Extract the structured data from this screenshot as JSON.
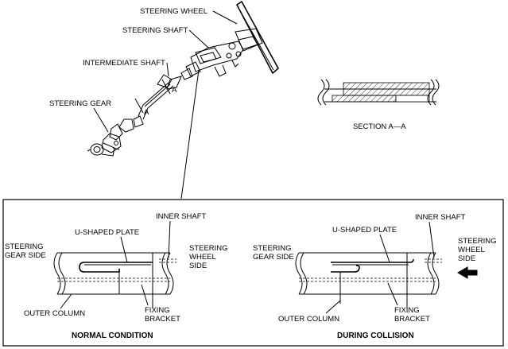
{
  "top_labels": {
    "steering_wheel": "STEERING WHEEL",
    "steering_shaft": "STEERING SHAFT",
    "intermediate_shaft": "INTERMEDIATE SHAFT",
    "steering_gear": "STEERING GEAR",
    "section_mark_a1": "A",
    "section_mark_a2": "A",
    "section_caption": "SECTION A—A"
  },
  "normal_panel": {
    "inner_shaft": "INNER SHAFT",
    "u_shaped_plate": "U-SHAPED PLATE",
    "steering_gear_side_1": "STEERING",
    "steering_gear_side_2": "GEAR SIDE",
    "steering_wheel_side_1": "STEERING",
    "steering_wheel_side_2": "WHEEL",
    "steering_wheel_side_3": "SIDE",
    "outer_column": "OUTER COLUMN",
    "fixing_bracket_1": "FIXING",
    "fixing_bracket_2": "BRACKET",
    "caption": "NORMAL CONDITION"
  },
  "collision_panel": {
    "inner_shaft": "INNER SHAFT",
    "u_shaped_plate": "U-SHAPED PLATE",
    "steering_gear_side_1": "STEERING",
    "steering_gear_side_2": "GEAR SIDE",
    "steering_wheel_side_1": "STEERING",
    "steering_wheel_side_2": "WHEEL",
    "steering_wheel_side_3": "SIDE",
    "outer_column": "OUTER COLUMN",
    "fixing_bracket_1": "FIXING",
    "fixing_bracket_2": "BRACKET",
    "caption": "DURING COLLISION"
  }
}
